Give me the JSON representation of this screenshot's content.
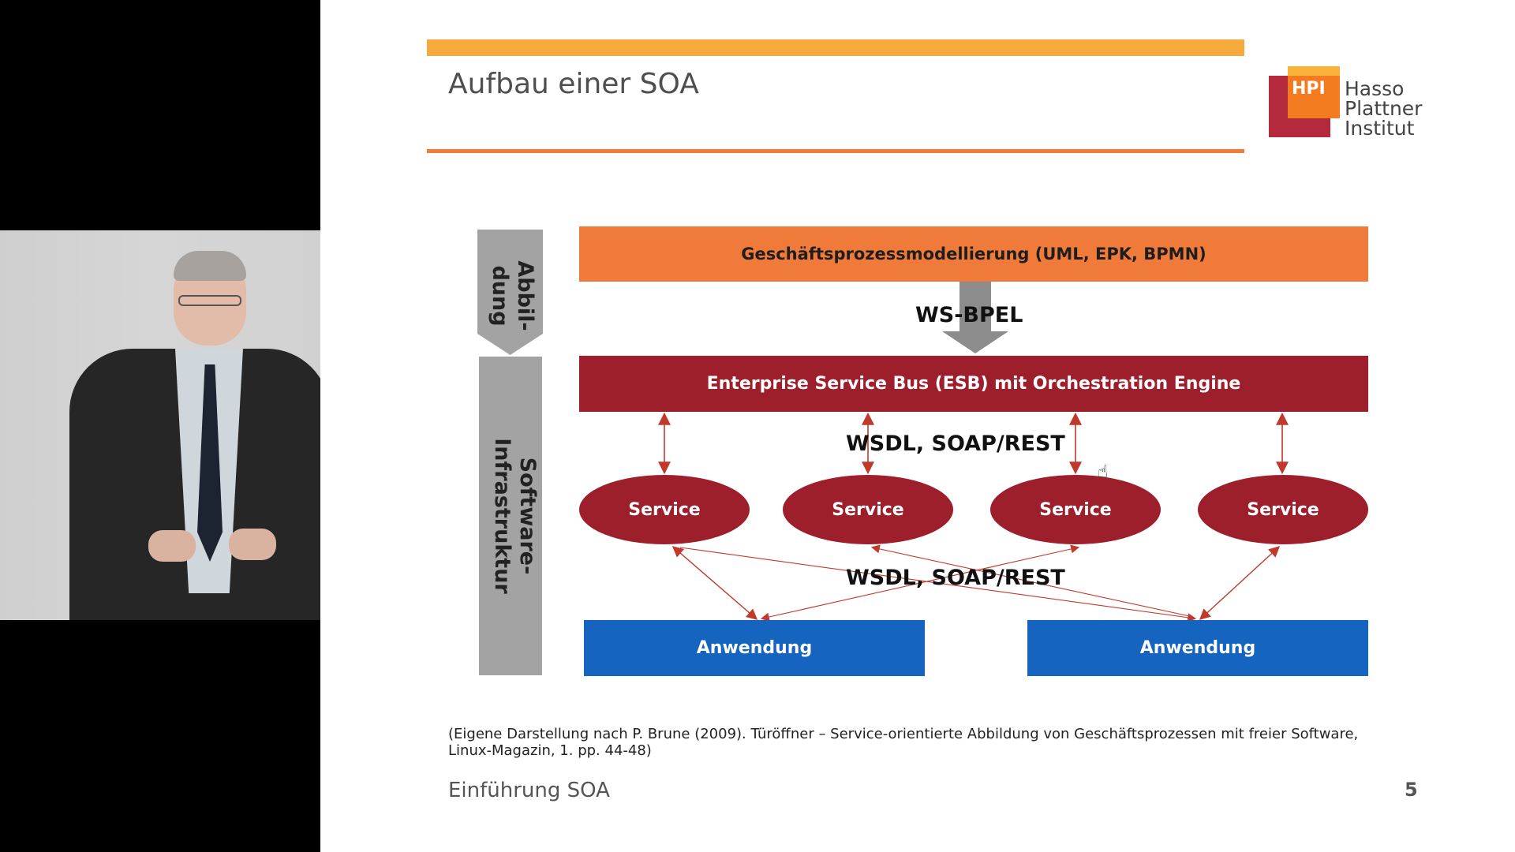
{
  "slide": {
    "title": "Aufbau einer SOA",
    "logo": {
      "mark": "HPI",
      "lines": [
        "Hasso",
        "Plattner",
        "Institut"
      ]
    },
    "side_labels": {
      "top": "Abbil-\ndung",
      "bottom": "Software-\nInfrastruktur"
    },
    "top_box": "Geschäftsprozessmodellierung (UML, EPK, BPMN)",
    "arrow_label": "WS-BPEL",
    "esb_box": "Enterprise Service Bus (ESB) mit Orchestration Engine",
    "protocol_label_1": "WSDL, SOAP/REST",
    "protocol_label_2": "WSDL, SOAP/REST",
    "services": [
      "Service",
      "Service",
      "Service",
      "Service"
    ],
    "applications": [
      "Anwendung",
      "Anwendung"
    ],
    "citation": "(Eigene Darstellung nach P. Brune (2009). Türöffner – Service-orientierte Abbildung von Geschäftsprozessen mit freier Software, Linux-Magazin, 1. pp. 44-48)",
    "footer": "Einführung SOA",
    "page_number": "5"
  },
  "colors": {
    "orange_bar": "#f7aa3c",
    "orange_line": "#ef7d38",
    "process_orange": "#f07a3a",
    "esb_red": "#9e1f2c",
    "application_blue": "#1565c0",
    "side_gray": "#a3a3a3"
  }
}
